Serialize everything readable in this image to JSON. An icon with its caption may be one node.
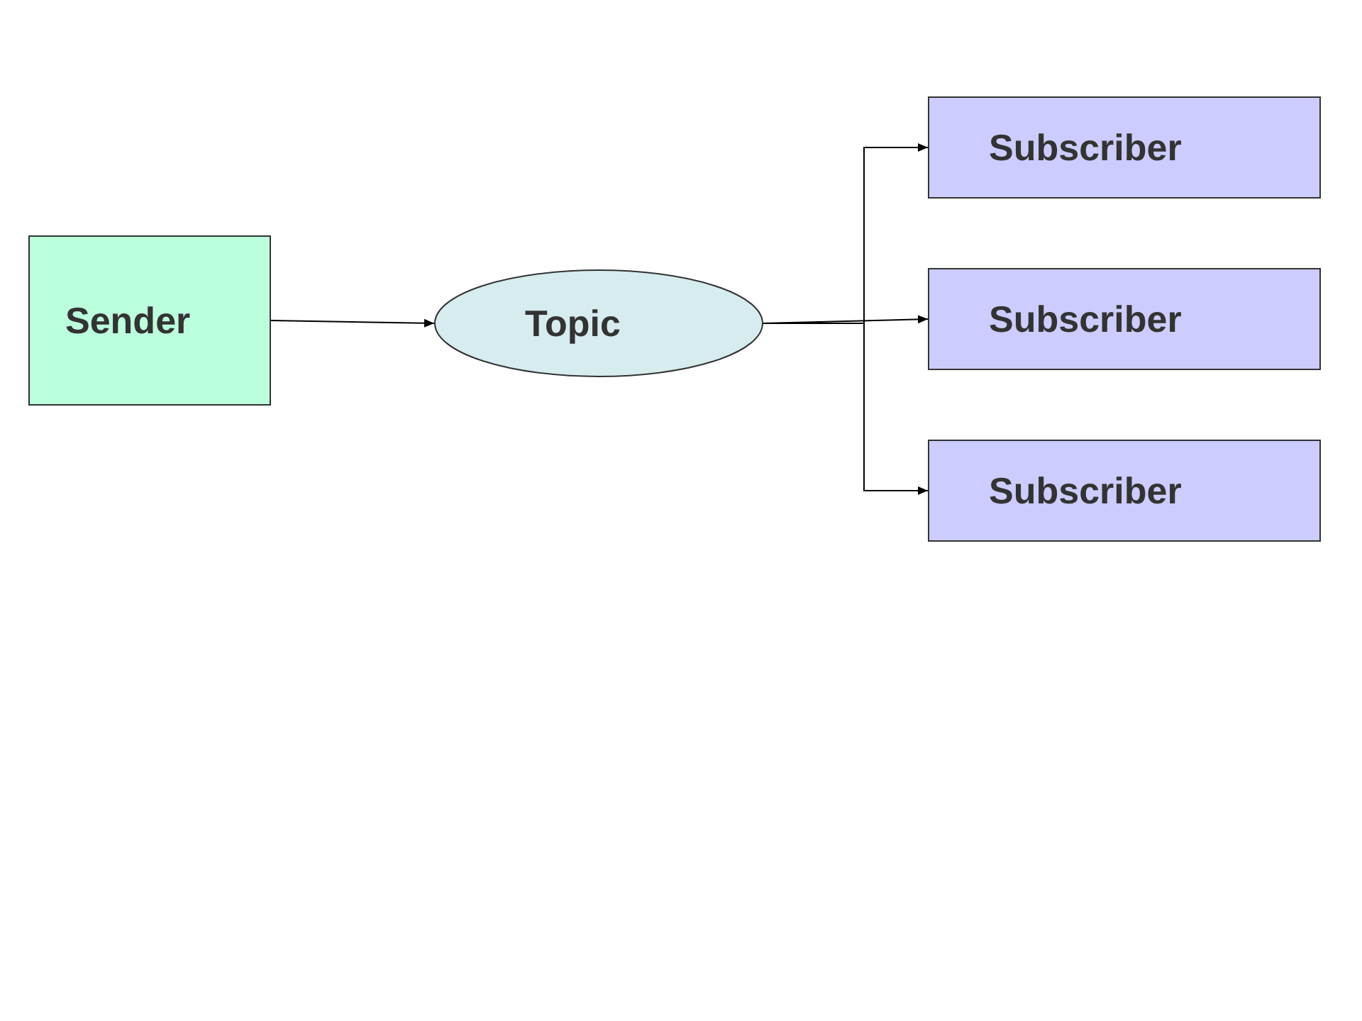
{
  "diagram": {
    "nodes": [
      {
        "text": [
          "Sender"
        ]
      },
      {
        "text": [
          "Topic"
        ]
      },
      {
        "text": [
          "Subscriber"
        ]
      },
      {
        "text": [
          "Subscriber"
        ]
      },
      {
        "text": [
          "Subscriber"
        ]
      }
    ],
    "edges": [
      {
        "from": 0,
        "to": 1,
        "arrow": "to"
      },
      {
        "from": 1,
        "to": 2,
        "arrow": "to"
      },
      {
        "from": 1,
        "to": 3,
        "arrow": "to"
      },
      {
        "from": 1,
        "to": 4,
        "arrow": "to"
      }
    ]
  }
}
